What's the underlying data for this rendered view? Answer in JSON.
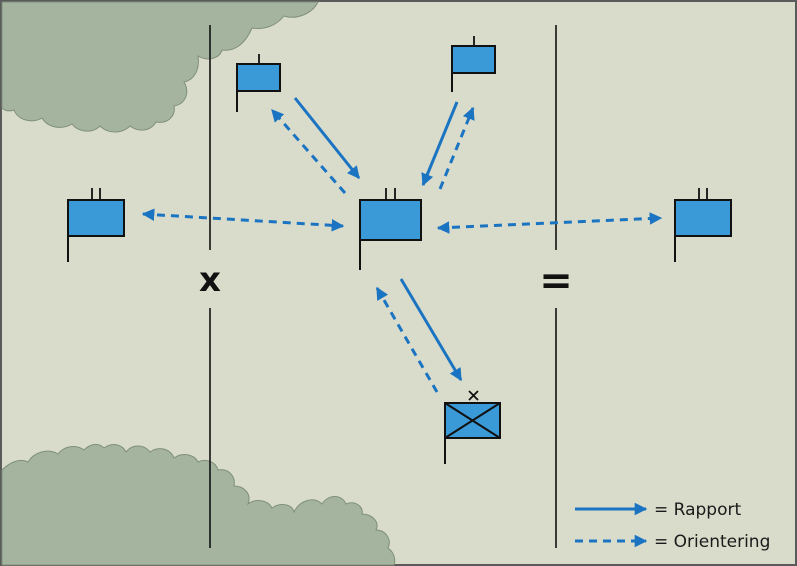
{
  "colors": {
    "terrain": "#d9dccb",
    "forest": "#a4b49f",
    "forest_outline": "#7f8f7a",
    "frame": "#5a5a5a",
    "unit_fill": "#3a9ad8",
    "arrow": "#1b74c2",
    "line": "#111111"
  },
  "boundaries": {
    "left_symbol": "x",
    "right_symbol": "="
  },
  "units": [
    {
      "id": "hq",
      "echelon": "II",
      "role": "center"
    },
    {
      "id": "left",
      "echelon": "II",
      "role": "neighbor-left"
    },
    {
      "id": "right",
      "echelon": "II",
      "role": "neighbor-right"
    },
    {
      "id": "top-left",
      "echelon": "I",
      "role": "subordinate"
    },
    {
      "id": "top-right",
      "echelon": "I",
      "role": "subordinate"
    },
    {
      "id": "bottom",
      "echelon": "X",
      "role": "superior",
      "symbol": "infantry-cross"
    }
  ],
  "flows": [
    {
      "from": "top-left",
      "to": "hq",
      "type": "rapport"
    },
    {
      "from": "hq",
      "to": "top-left",
      "type": "orientering"
    },
    {
      "from": "top-right",
      "to": "hq",
      "type": "rapport"
    },
    {
      "from": "hq",
      "to": "top-right",
      "type": "orientering"
    },
    {
      "from": "hq",
      "to": "bottom",
      "type": "rapport"
    },
    {
      "from": "bottom",
      "to": "hq",
      "type": "orientering"
    },
    {
      "from": "hq",
      "to": "left",
      "type": "orientering",
      "bidirectional": true
    },
    {
      "from": "hq",
      "to": "right",
      "type": "orientering",
      "bidirectional": true
    }
  ],
  "legend": {
    "rapport_label": "= Rapport",
    "orientering_label": "= Orientering"
  }
}
